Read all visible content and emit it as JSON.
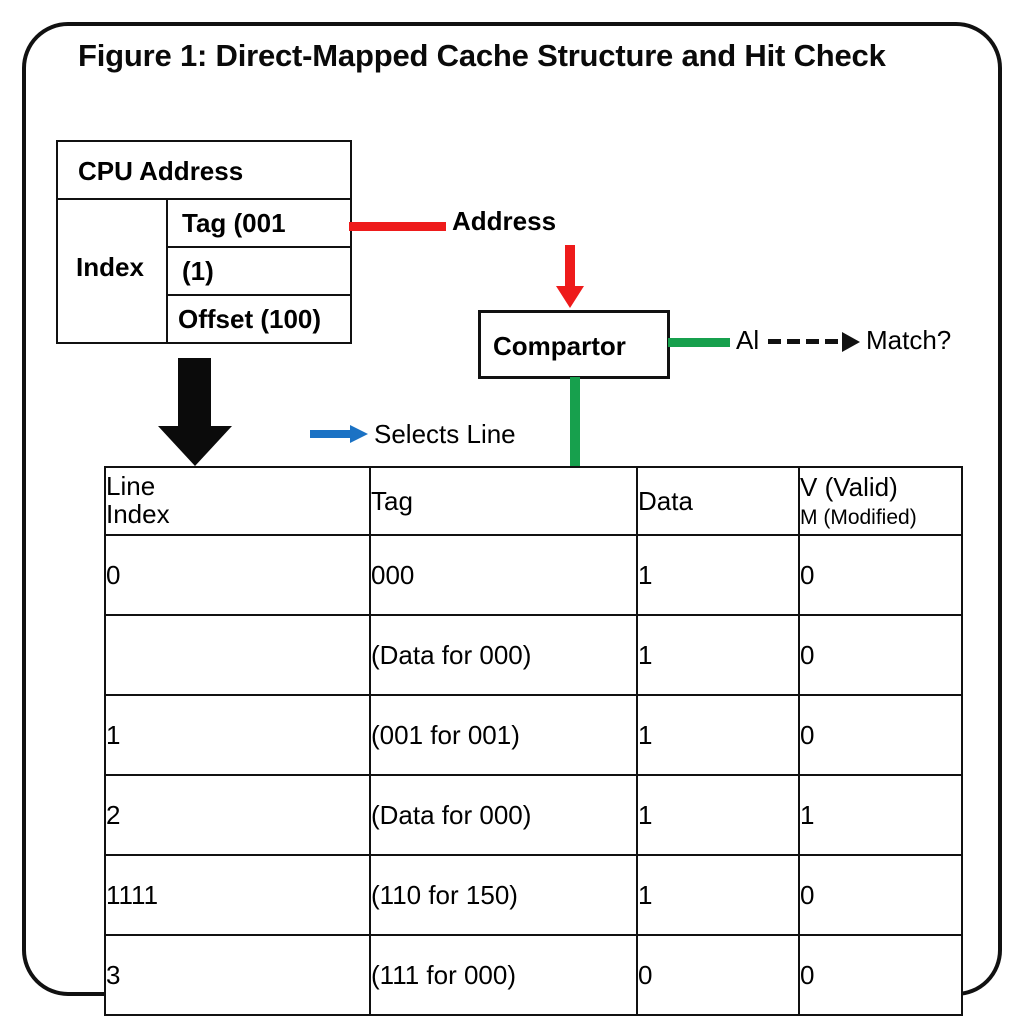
{
  "figure": {
    "title": "Figure 1: Direct-Mapped Cache Structure and Hit Check"
  },
  "cpu_address": {
    "header": "CPU Address",
    "index_label": "Index",
    "fields": [
      {
        "label": "Tag  (001"
      },
      {
        "label": "(1)"
      },
      {
        "label": "Offset (100)"
      }
    ]
  },
  "annotations": {
    "address_label": "Address",
    "selects_line_label": "Selects Line",
    "al_label": "Al",
    "match_label": "Match?"
  },
  "comparator": {
    "label": "Compartor"
  },
  "colors": {
    "red_connector": "#EE1B1B",
    "green_connector": "#17A04D",
    "blue_arrow": "#1B72C4",
    "black_arrow": "#0b0b0b",
    "border": "#111111"
  },
  "cache_table": {
    "headers": {
      "index_line1": "Line",
      "index_line2": "Index",
      "tag": "Tag",
      "data": "Data",
      "vm_line1": "V (Valid)",
      "vm_line2": "M (Modified)"
    },
    "rows": [
      {
        "index": "0",
        "tag": "000",
        "data": "1",
        "vm": "0"
      },
      {
        "index": "",
        "tag": "(Data for 000)",
        "data": "1",
        "vm": "0"
      },
      {
        "index": "1",
        "tag": "(001 for 001)",
        "data": "1",
        "vm": "0"
      },
      {
        "index": "2",
        "tag": "(Data for 000)",
        "data": "1",
        "vm": "1"
      },
      {
        "index": "1111",
        "tag": "(110  for 150)",
        "data": "1",
        "vm": "0"
      },
      {
        "index": "3",
        "tag": "(111  for 000)",
        "data": "0",
        "vm": "0"
      }
    ]
  }
}
